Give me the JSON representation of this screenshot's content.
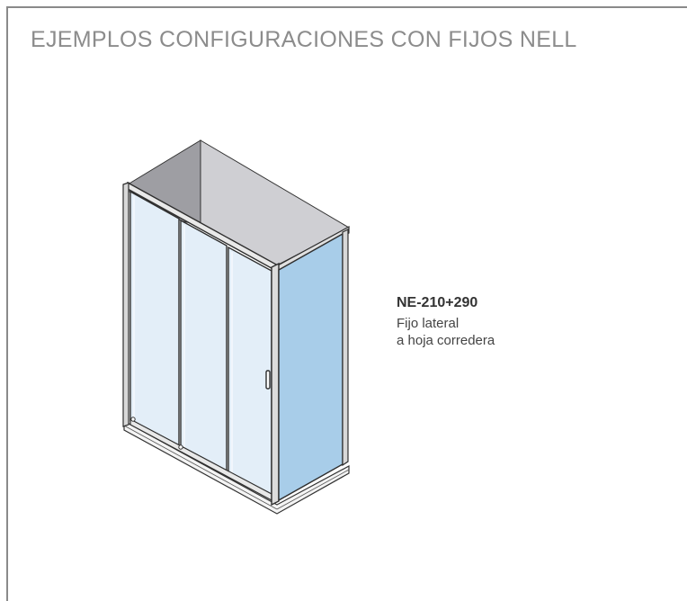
{
  "header": {
    "title": "EJEMPLOS CONFIGURACIONES CON FIJOS NELL"
  },
  "product": {
    "code": "NE-210+290",
    "description_line1": "Fijo lateral",
    "description_line2": "a hoja corredera"
  },
  "colors": {
    "frame": "#8a8a8a",
    "title": "#8c8c8c",
    "glass_front": "#e3eef8",
    "glass_side": "#a8cde9",
    "inner_wall": "#c9c9cc",
    "profile": "#2e2e2e"
  }
}
